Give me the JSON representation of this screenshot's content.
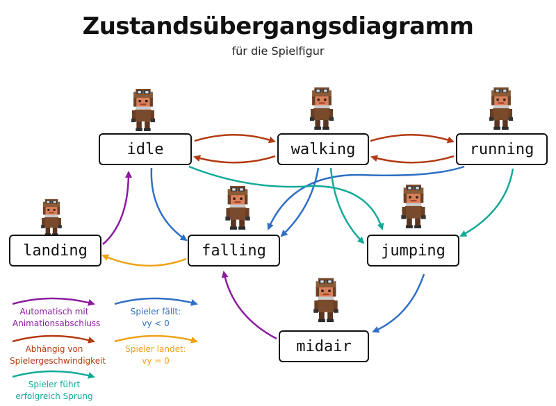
{
  "title": "Zustandsübergangsdiagramm",
  "subtitle": "für die Spielfigur",
  "colors": {
    "purple": "#8a1b9e",
    "red": "#b33a12",
    "blue": "#2f6fc4",
    "orange": "#f0a215",
    "teal": "#12a999",
    "box_border": "#111111"
  },
  "states": {
    "idle": "idle",
    "walking": "walking",
    "running": "running",
    "landing": "landing",
    "falling": "falling",
    "jumping": "jumping",
    "midair": "midair"
  },
  "legend": {
    "purple": "Automatisch mit Animationsabschluss",
    "red": "Abhängig von Spielergeschwindigkeit",
    "teal": "Spieler führt erfolgreich Sprung aus",
    "blue_line1": "Spieler fällt:",
    "blue_line2": "vy < 0",
    "orange_line1": "Spieler landet:",
    "orange_line2": "vy = 0"
  },
  "icons": [
    "character-sprite-icon"
  ]
}
